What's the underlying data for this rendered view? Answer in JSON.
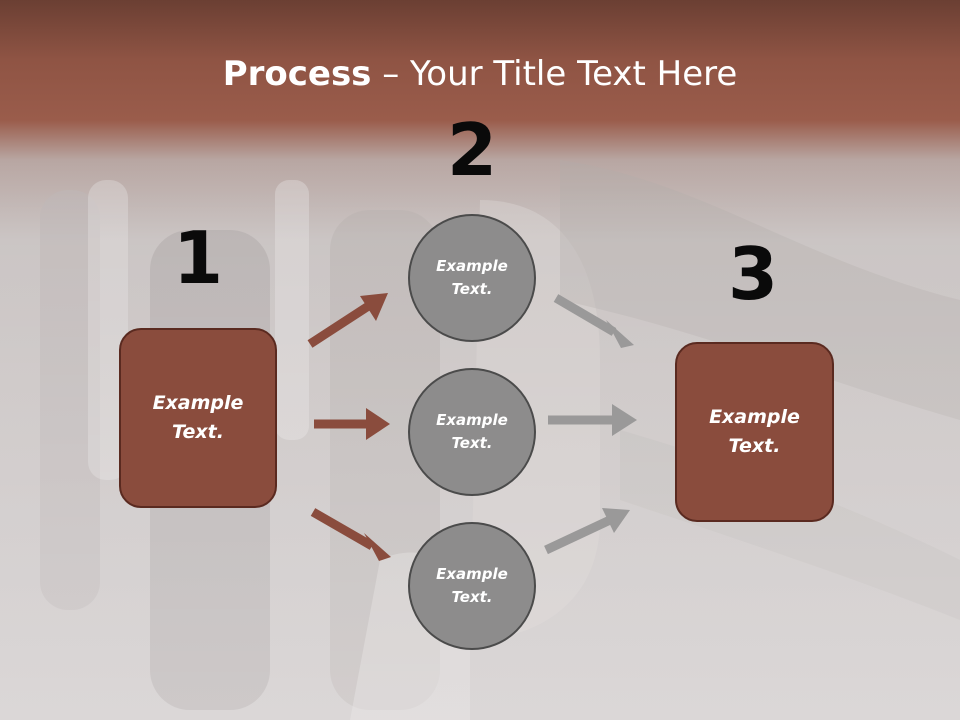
{
  "title": {
    "bold": "Process",
    "rest": " – Your Title Text Here"
  },
  "steps": [
    {
      "number": "1",
      "text": "Example\nText."
    },
    {
      "number": "2",
      "text": ""
    },
    {
      "number": "3",
      "text": "Example\nText."
    }
  ],
  "circles": [
    {
      "text": "Example\nText."
    },
    {
      "text": "Example\nText."
    },
    {
      "text": "Example\nText."
    }
  ],
  "colors": {
    "header": "#8f5444",
    "box_fill": "#8a4c3d",
    "box_border": "#5a2a20",
    "circle_fill": "#8d8c8c",
    "circle_border": "#4b4b4b",
    "arrow_brown": "#8a4c3d",
    "arrow_gray": "#9a9999"
  }
}
